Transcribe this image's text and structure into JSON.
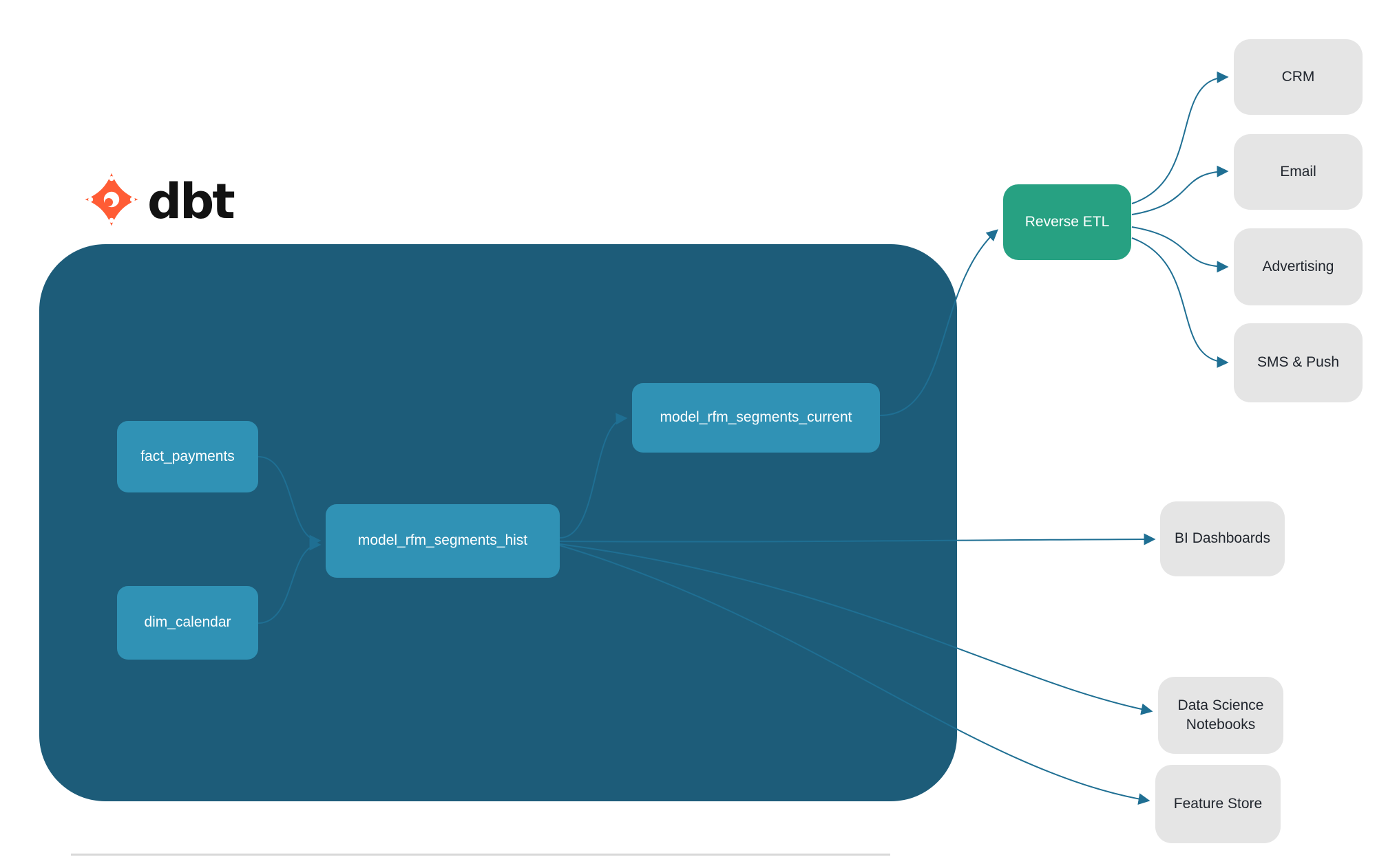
{
  "brand": {
    "wordmark": "dbt"
  },
  "nodes": {
    "fact_payments": {
      "label": "fact_payments"
    },
    "dim_calendar": {
      "label": "dim_calendar"
    },
    "model_hist": {
      "label": "model_rfm_segments_hist"
    },
    "model_current": {
      "label": "model_rfm_segments_current"
    },
    "reverse_etl": {
      "label": "Reverse ETL"
    },
    "crm": {
      "label": "CRM"
    },
    "email": {
      "label": "Email"
    },
    "advertising": {
      "label": "Advertising"
    },
    "sms_push": {
      "label": "SMS & Push"
    },
    "bi_dashboards": {
      "label": "BI Dashboards"
    },
    "data_science": {
      "label": "Data Science Notebooks"
    },
    "feature_store": {
      "label": "Feature Store"
    }
  },
  "edges": [
    {
      "from": "fact_payments",
      "to": "model_rfm_segments_hist"
    },
    {
      "from": "dim_calendar",
      "to": "model_rfm_segments_hist"
    },
    {
      "from": "model_rfm_segments_hist",
      "to": "model_rfm_segments_current"
    },
    {
      "from": "model_rfm_segments_current",
      "to": "Reverse ETL"
    },
    {
      "from": "Reverse ETL",
      "to": "CRM"
    },
    {
      "from": "Reverse ETL",
      "to": "Email"
    },
    {
      "from": "Reverse ETL",
      "to": "Advertising"
    },
    {
      "from": "Reverse ETL",
      "to": "SMS & Push"
    },
    {
      "from": "model_rfm_segments_hist",
      "to": "BI Dashboards"
    },
    {
      "from": "model_rfm_segments_hist",
      "to": "Data Science Notebooks"
    },
    {
      "from": "model_rfm_segments_hist",
      "to": "Feature Store"
    }
  ],
  "colors": {
    "container": "#1d5c79",
    "node-teal": "#3092b5",
    "node-green": "#27a182",
    "node-gray": "#e5e5e5",
    "arrow": "#1f6f93",
    "dbt-orange": "#ff5c35"
  }
}
